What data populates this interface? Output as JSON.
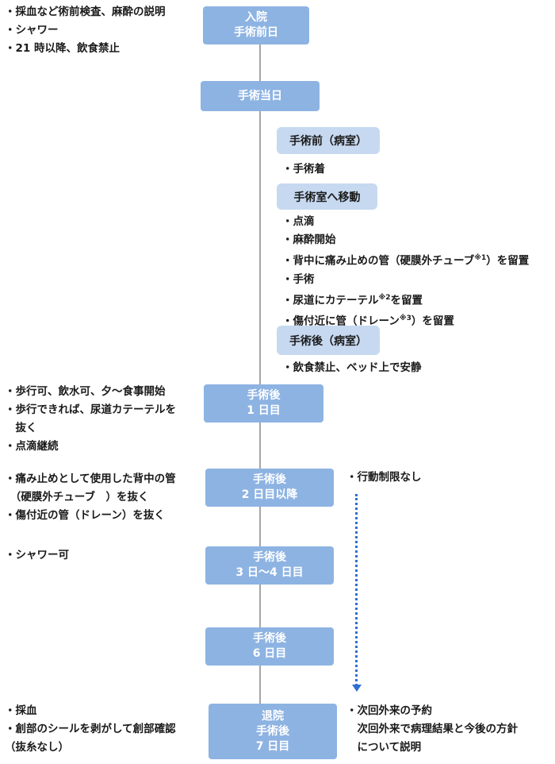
{
  "stages": {
    "admission": {
      "lines": [
        "入院",
        "手術前日"
      ]
    },
    "surgery_day": {
      "lines": [
        "手術当日"
      ]
    },
    "day1": {
      "lines": [
        "手術後",
        "1 日目"
      ]
    },
    "day2": {
      "lines": [
        "手術後",
        "2 日目以降"
      ]
    },
    "day3_4": {
      "lines": [
        "手術後",
        "3 日～4 日目"
      ]
    },
    "day6": {
      "lines": [
        "手術後",
        "6 日目"
      ]
    },
    "discharge": {
      "lines": [
        "退院",
        "手術後",
        "7 日目"
      ]
    }
  },
  "sub_stages": {
    "pre_op": "手術前（病室）",
    "to_or": "手術室へ移動",
    "post_op": "手術後（病室）"
  },
  "notes": {
    "admission_left": [
      "・採血など術前検査、麻酔の説明",
      "・シャワー",
      "・21 時以降、飲食禁止"
    ],
    "pre_op": [
      "・手術着"
    ],
    "to_or": {
      "drip": "・点滴",
      "anesthesia": "・麻酔開始",
      "epidural_pre": "・背中に痛み止めの管（硬膜外チューブ",
      "epidural_mark": "※1",
      "epidural_post": "）を留置",
      "surgery": "・手術",
      "catheter_pre": "・尿道にカテーテル",
      "catheter_mark": "※2",
      "catheter_post": "を留置",
      "drain_pre": "・傷付近に管（ドレーン",
      "drain_mark": "※3",
      "drain_post": "）を留置"
    },
    "post_op": [
      "・飲食禁止、ベッド上で安静"
    ],
    "day1_left": [
      "・歩行可、飲水可、夕～食事開始",
      "・歩行できれば、尿道カテーテルを",
      "　抜く",
      "・点滴継続"
    ],
    "day2_left": [
      "・痛み止めとして使用した背中の管",
      "　（硬膜外チューブ　）を抜く",
      "・傷付近の管（ドレーン）を抜く"
    ],
    "day2_right": [
      "・行動制限なし"
    ],
    "day3_left": [
      "・シャワー可"
    ],
    "discharge_left": [
      "・採血",
      "・創部のシールを剥がして創部確認",
      "（抜糸なし）"
    ],
    "discharge_right": [
      "・次回外来の予約",
      "　次回外来で病理結果と今後の方針",
      "　について説明"
    ]
  }
}
